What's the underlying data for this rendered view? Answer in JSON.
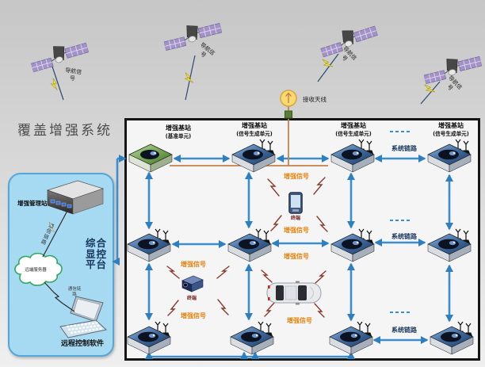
{
  "title": "覆盖增强系统",
  "satellite_label": "导航信号",
  "antenna_label": "接收天线",
  "station_labels": {
    "name": "增强基站",
    "reference_unit": "(基准单元)",
    "signal_unit": "(信号生成单元)"
  },
  "link_labels": {
    "system_link": "系统链路",
    "enhanced_signal": "增强信号"
  },
  "terminal_label": "终端",
  "panel": {
    "management_station": "增强管理站",
    "platform": [
      "综合",
      "显控",
      "平台"
    ],
    "cloud_server": "远端服务器",
    "comm_link": "通信链路",
    "comm_link_small": "通信链路",
    "remote_software": "远程控制软件"
  },
  "colors": {
    "arrow_blue": "#3b8ecb",
    "signal_orange": "#e8820c",
    "bolt_red": "#8a382a",
    "panel_blue": "#a6d9f2",
    "station_blue": "#3f6a9e",
    "station_green": "#74a352"
  }
}
